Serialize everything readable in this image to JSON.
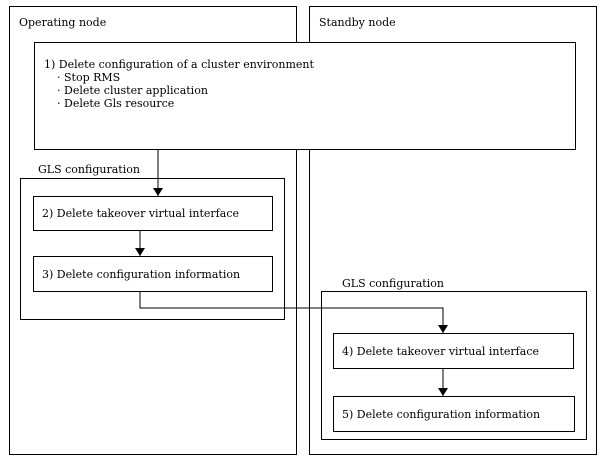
{
  "operating_node": {
    "title": "Operating node"
  },
  "standby_node": {
    "title": "Standby node"
  },
  "step1": {
    "title": "1) Delete configuration of a cluster environment",
    "items": [
      "· Stop RMS",
      "· Delete cluster application",
      "· Delete Gls resource"
    ]
  },
  "operating_gls": {
    "label": "GLS configuration",
    "step2": "2) Delete takeover virtual interface",
    "step3": "3) Delete configuration information"
  },
  "standby_gls": {
    "label": "GLS configuration",
    "step4": "4) Delete takeover virtual interface",
    "step5": "5) Delete configuration information"
  }
}
